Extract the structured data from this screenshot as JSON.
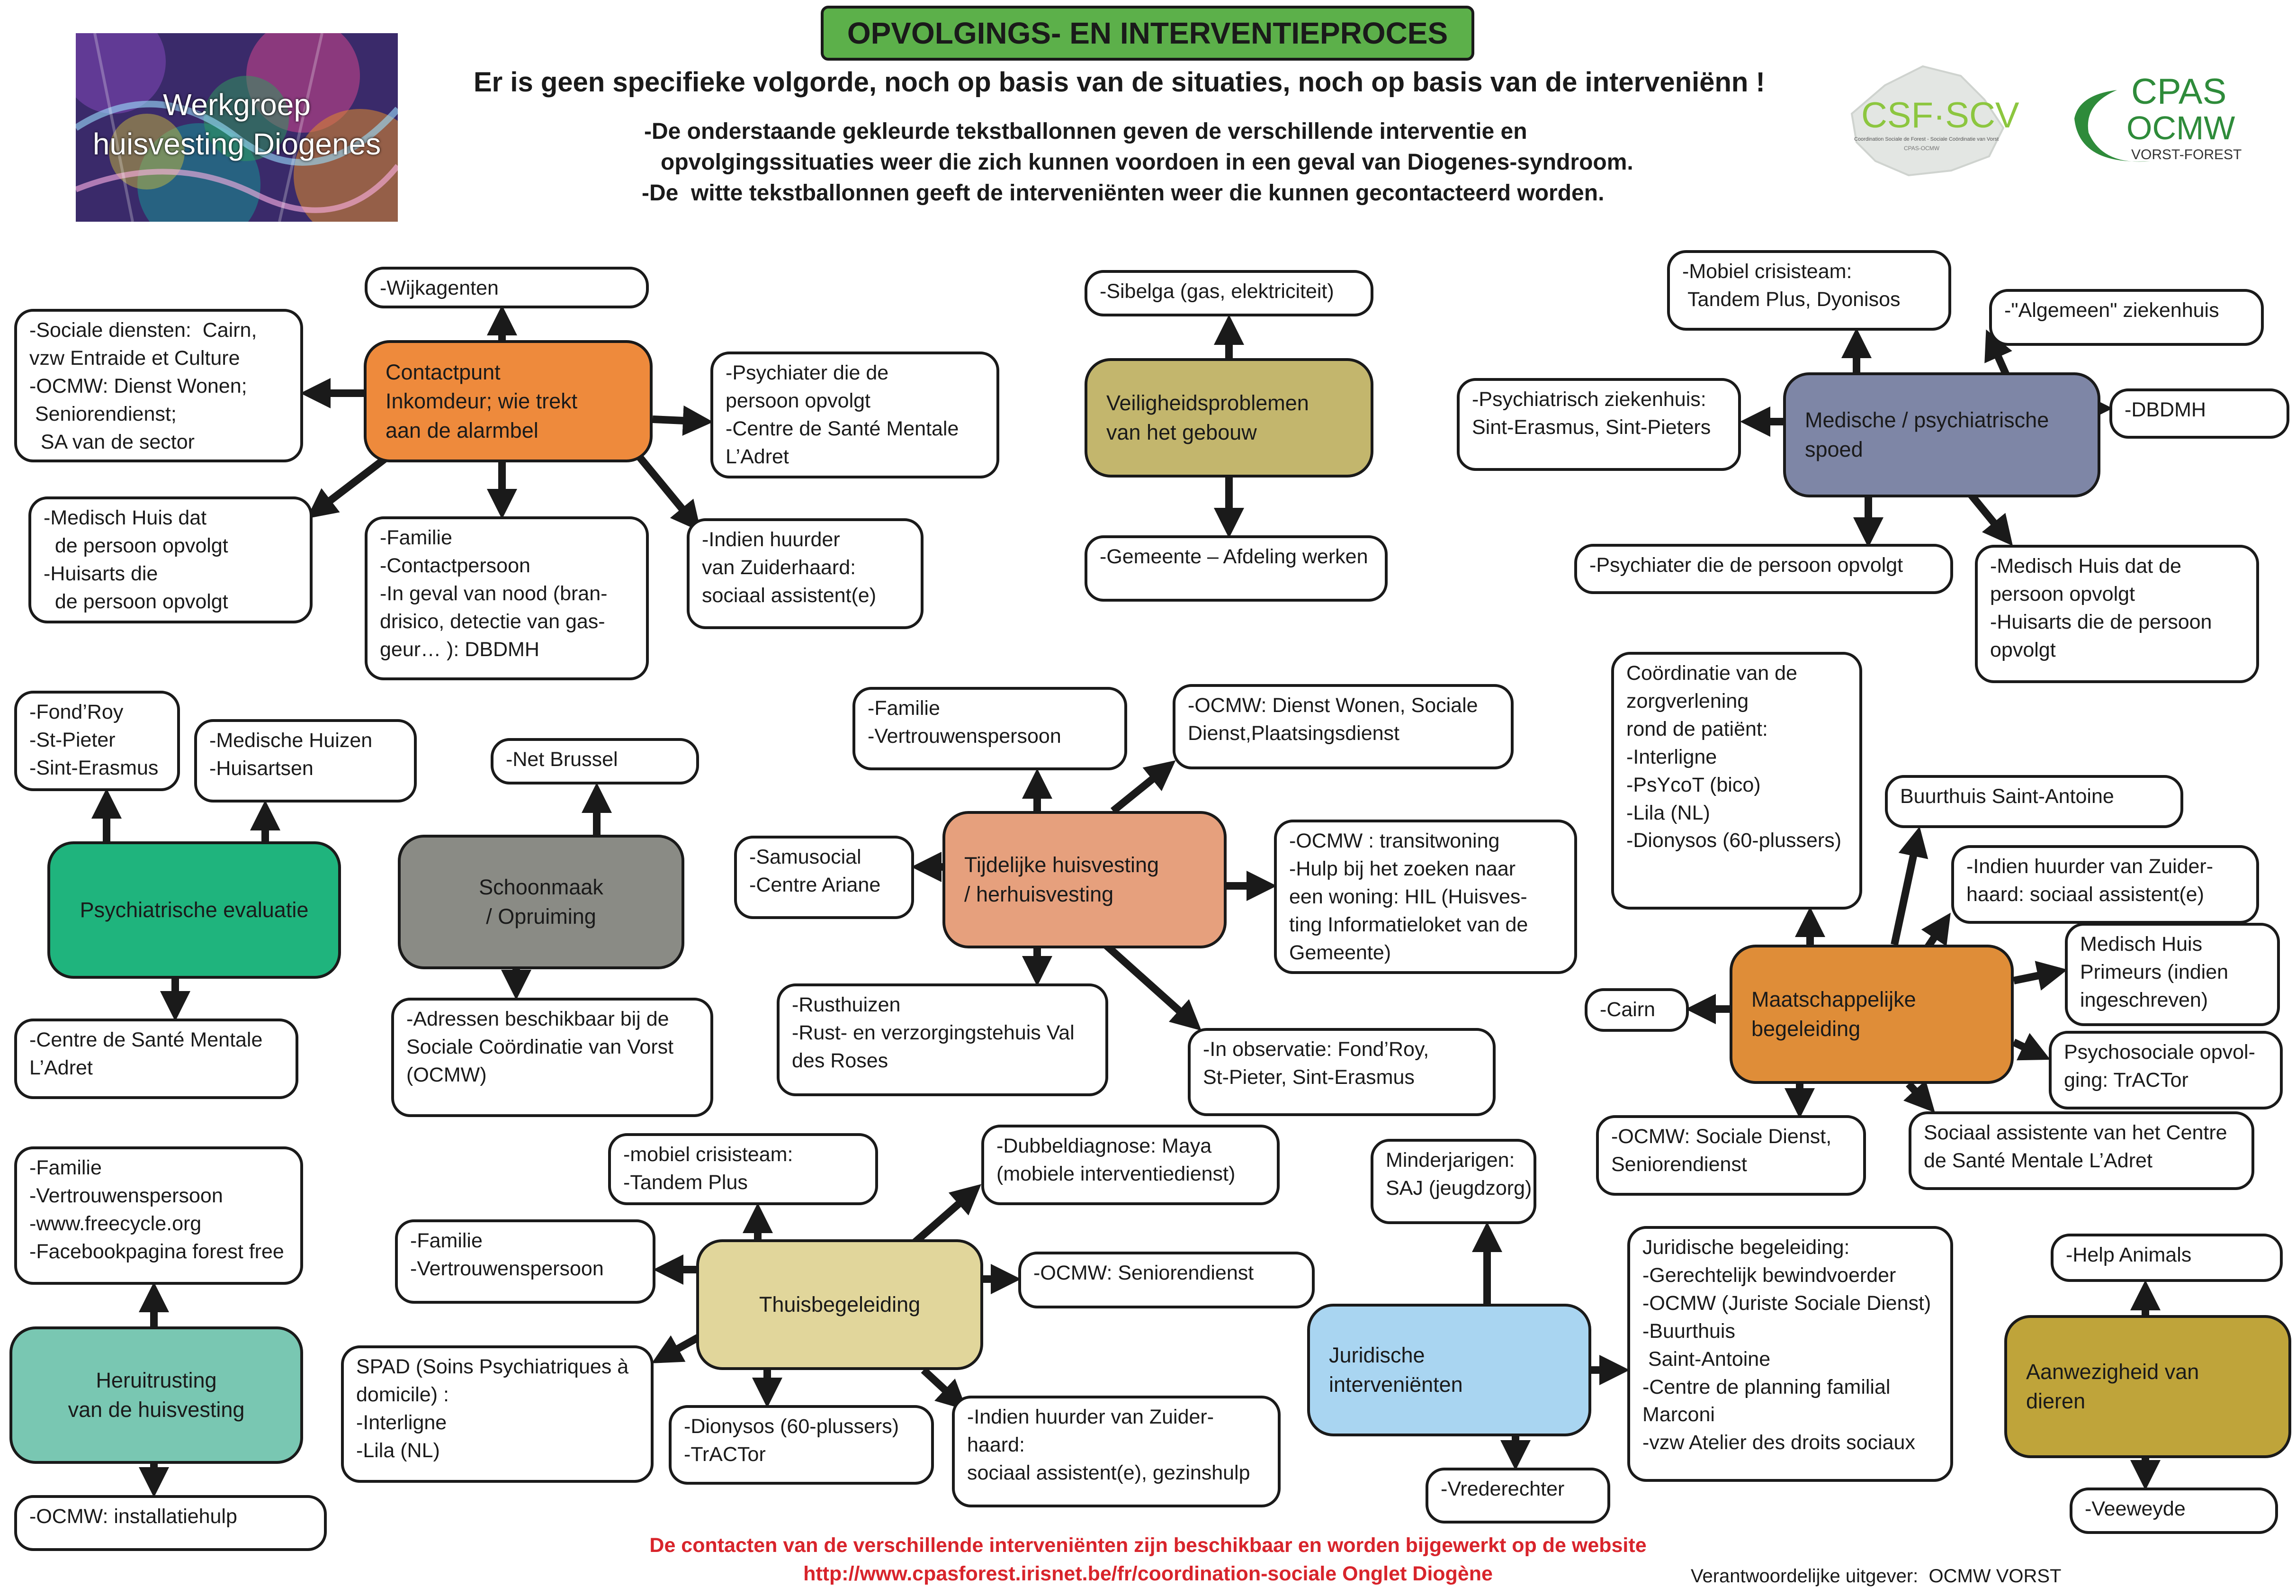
{
  "header": {
    "title": "OPVOLGINGS- EN INTERVENTIEPROCES",
    "subtitle": "Er is geen specifieke volgorde, noch op basis van de situaties, noch op basis van de interveniënn !",
    "desc_1": "-De onderstaande gekleurde tekstballonnen geven de verschillende interventie en",
    "desc_2": "opvolgingssituaties weer die zich kunnen voordoen in een geval van Diogenes-syndroom.",
    "desc_3": "-De  witte tekstballonnen geeft de interveniënten weer die kunnen gecontacteerd worden."
  },
  "logos": {
    "workgroup": "Werkgroep\nhuisvesting Diogenes",
    "csf": "CSF·SCV",
    "csf_sub": "Coordination Sociale de Forest - Sociale Coördinatie van Vorst",
    "csf_sub2": "CPAS-OCMW",
    "cpas": "CPAS",
    "ocmw": "OCMW",
    "vorst": "VORST-FOREST"
  },
  "colors": {
    "contactpunt": "#ee8a3c",
    "veiligheid": "#c3b66d",
    "medisch": "#7e86a6",
    "psychiatrisch": "#1fb47d",
    "schoonmaak": "#8a8b85",
    "tijdelijk": "#e6a07d",
    "maatschappelijk": "#df8d38",
    "heruitrusting": "#79c7b2",
    "thuis": "#e1d69b",
    "juridisch": "#a9d5f1",
    "dieren": "#bfa43a",
    "title_green": "#5cb04a",
    "footer_red": "#d8242b"
  },
  "hubs": {
    "contactpunt": "Contactpunt\nInkomdeur; wie trekt\naan de alarmbel",
    "veiligheid": "Veiligheidsproblemen\nvan het gebouw",
    "medisch": "Medische / psychiatrische\nspoed",
    "psychiatrisch": "Psychiatrische evaluatie",
    "schoonmaak": "Schoonmaak\n/ Opruiming",
    "tijdelijk": "Tijdelijke huisvesting\n/ herhuisvesting",
    "maatschappelijk": "Maatschappelijke\nbegeleiding",
    "heruitrusting": "Heruitrusting\nvan de huisvesting",
    "thuis": "Thuisbegeleiding",
    "juridisch": "Juridische\ninterveniënten",
    "dieren": "Aanwezigheid van\ndieren"
  },
  "boxes": {
    "wijkagenten": "-Wijkagenten",
    "sociale_diensten": "-Sociale diensten:  Cairn,\nvzw Entraide et Culture\n-OCMW: Dienst Wonen;\n Seniorendienst;\n  SA van de sector",
    "psychiater_contact": "-Psychiater die de\npersoon opvolgt\n-Centre de Santé Mentale\nL’Adret",
    "medisch_huis_contact": "-Medisch Huis dat\n  de persoon opvolgt\n-Huisarts die\n  de persoon opvolgt",
    "familie_contact": "-Familie\n-Contactpersoon\n-In geval van nood (bran-\ndrisico, detectie van gas-\ngeur… ): DBDMH",
    "huurder_contact": "-Indien huurder\nvan Zuiderhaard:\nsociaal assistent(e)",
    "sibelga": "-Sibelga (gas, elektriciteit)",
    "gemeente": "-Gemeente – Afdeling werken",
    "mobiel_crisis": "-Mobiel crisisteam:\n Tandem Plus, Dyonisos",
    "algemeen_ziekenhuis": "-\"Algemeen\" ziekenhuis",
    "psych_ziekenhuis": "-Psychiatrisch ziekenhuis:\nSint-Erasmus, Sint-Pieters",
    "dbdmh": "-DBDMH",
    "psychiater_spoed": "-Psychiater die de persoon opvolgt",
    "medisch_huis_spoed": "-Medisch Huis dat de\npersoon opvolgt\n-Huisarts die de persoon\nopvolgt",
    "fondroy": "-Fond’Roy\n-St-Pieter\n-Sint-Erasmus",
    "medische_huizen": "-Medische Huizen\n-Huisartsen",
    "csm_adret": "-Centre de Santé Mentale\nL’Adret",
    "net_brussel": "-Net Brussel",
    "adressen": "-Adressen beschikbaar bij de\nSociale Coördinatie van Vorst\n(OCMW)",
    "familie_tijdelijk": "-Familie\n-Vertrouwenspersoon",
    "ocmw_wonen": "-OCMW: Dienst Wonen, Sociale\nDienst,Plaatsingsdienst",
    "samusocial": "-Samusocial\n-Centre Ariane",
    "transitwoning": "-OCMW : transitwoning\n-Hulp bij het zoeken naar\neen woning: HIL (Huisves-\nting Informatieloket van de\nGemeente)",
    "rusthuizen": "-Rusthuizen\n-Rust- en verzorgingstehuis Val\ndes Roses",
    "observatie": "-In observatie: Fond’Roy,\nSt-Pieter, Sint-Erasmus",
    "coordinatie": "Coördinatie van de\nzorgverlening\nrond de patiënt:\n-Interligne\n-PsYcoT (bico)\n-Lila (NL)\n-Dionysos (60-plussers)",
    "buurthuis": "Buurthuis Saint-Antoine",
    "huurder_maat": "-Indien huurder van Zuider-\nhaard: sociaal assistent(e)",
    "medisch_huis_primeurs": "Medisch Huis\nPrimeurs (indien\ningeschreven)",
    "cairn": "-Cairn",
    "psychosociale": "Psychosociale opvol-\nging: TrACTor",
    "ocmw_sociale": "-OCMW: Sociale Dienst,\nSeniorendienst",
    "sociaal_csm": "Sociaal assistente van het Centre\nde Santé Mentale L’Adret",
    "familie_herui": "-Familie\n-Vertrouwenspersoon\n-www.freecycle.org\n-Facebookpagina forest free",
    "installatiehulp": "-OCMW: installatiehulp",
    "mobiel_thuis": "-mobiel crisisteam:\n-Tandem Plus",
    "dubbeldiagnose": "-Dubbeldiagnose: Maya\n(mobiele interventiedienst)",
    "familie_thuis": "-Familie\n-Vertrouwenspersoon",
    "seniorendienst": "-OCMW: Seniorendienst",
    "spad": "SPAD (Soins Psychiatriques à\ndomicile) :\n-Interligne\n-Lila (NL)",
    "dionysos_thuis": "-Dionysos (60-plussers)\n-TrACTor",
    "huurder_thuis": "-Indien huurder van Zuider-\nhaard:\nsociaal assistent(e), gezinshulp",
    "minderjarigen": "Minderjarigen:\nSAJ (jeugdzorg)",
    "juridische_begeleiding": "Juridische begeleiding:\n-Gerechtelijk bewindvoerder\n-OCMW (Juriste Sociale Dienst)\n-Buurthuis\n Saint-Antoine\n-Centre de planning familial\nMarconi\n-vzw Atelier des droits sociaux",
    "vrederechter": "-Vrederechter",
    "help_animals": "-Help Animals",
    "veeweyde": "-Veeweyde"
  },
  "footer": {
    "line_1": "De contacten van de verschillende interveniënten zijn beschikbaar en worden bijgewerkt op de website",
    "line_2": "http://www.cpasforest.irisnet.be/fr/coordination-sociale Onglet Diogène",
    "publisher": "Verantwoordelijke uitgever:  OCMW VORST"
  }
}
